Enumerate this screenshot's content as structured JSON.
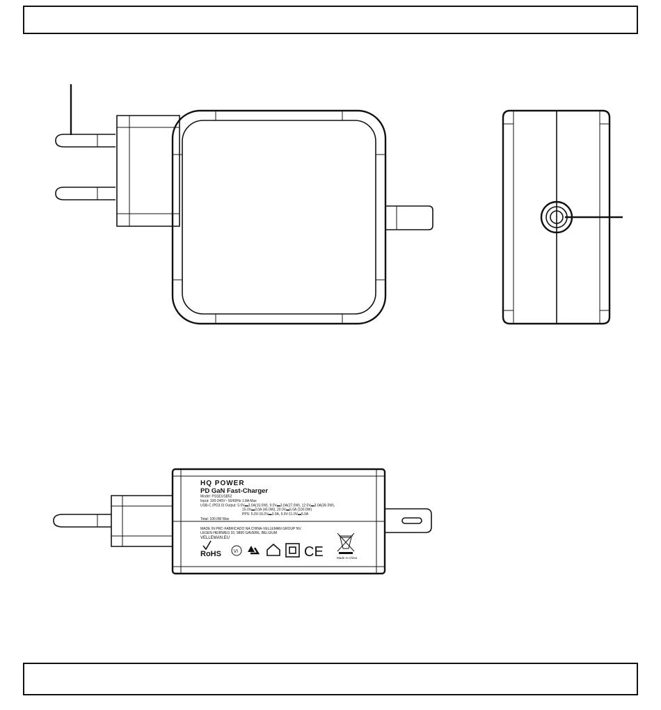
{
  "label": {
    "brand": "HQ POWER",
    "title": "PD GaN Fast-Charger",
    "model": "Model: PSSEUSB52",
    "input": "Input: 100-240V~ 50/60Hz 1.8A Max",
    "output1": "USB-C (PD3.0) Output: 5.0V▬3.0A(15.0W), 9.0V▬3.0A(27.0W), 12.0V▬3.0A(36.0W),",
    "output2": "15.0V▬3.0A (45.0W), 20.0V▬5.0A (100.0W)",
    "pps": "PPS: 5.0V-16.0V▬3.0A, 5.0V-11.0V▬5.0A",
    "total": "Total: 100.0W Max",
    "made_in_prc": "MADE IN PRC-FABRICADO NA CHINA-VELLEMAN GROUP NV.",
    "address": "LEGEN HEIRWEG 33, 9890 GAVERE, BELGIUM",
    "website": "VELLEMAN.EU",
    "rohs": "RoHS",
    "vi_mark": "VI",
    "ce_mark": "CE",
    "made_in_china": "Made in China"
  },
  "icons": [
    "rohs-check-icon",
    "efficiency-vi-icon",
    "recycle-icon",
    "indoor-use-house-icon",
    "double-insulation-icon",
    "ce-mark-icon",
    "weee-crossed-bin-icon"
  ]
}
